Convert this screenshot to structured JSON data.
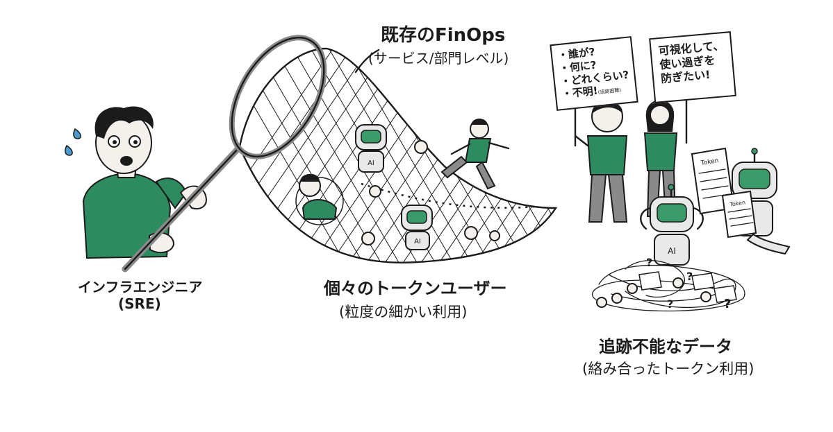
{
  "labels": {
    "existing_finops_title": "既存のFinOps",
    "existing_finops_sub": "(サービス/部門レベル)",
    "engineer_title": "インフラエンジニア",
    "engineer_sub": "(SRE)",
    "users_title": "個々のトークンユーザー",
    "users_sub": "(粒度の細かい利用)",
    "untrackable_title": "追跡不能なデータ",
    "untrackable_sub": "(絡み合ったトークン利用)"
  },
  "signs": {
    "left": [
      "・誰が?",
      "・何に?",
      "・どれくらい?",
      "・不明!"
    ],
    "left_small": "(追跡困難)",
    "right": [
      "可視化して、",
      "使い過ぎを",
      "防ぎたい!"
    ]
  },
  "marks": {
    "robot_badge": "AI",
    "token_paper": "Token",
    "question": "?"
  },
  "colors": {
    "shirt_green": "#2e8b5f",
    "screen_green": "#3a9a6a",
    "ink": "#1b1b1b"
  }
}
